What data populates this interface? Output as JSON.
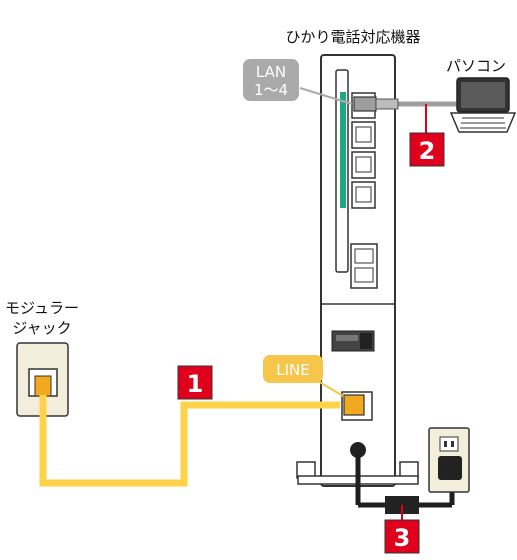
{
  "labels": {
    "device": "ひかり電話対応機器",
    "pc": "パソコン",
    "lan_line1": "LAN",
    "lan_line2": "1～4",
    "modular_line1": "モジュラー",
    "modular_line2": "ジャック",
    "line": "LINE"
  },
  "steps": [
    "1",
    "2",
    "3"
  ],
  "colors": {
    "line_cable": "#FFD24A",
    "lan_cable": "#9E9E9E",
    "power_cable": "#1E1E1E",
    "step_badge": "#E0001B",
    "status_bar": "#1DAA80",
    "label_gray": "#AAAAAA",
    "label_yellow": "#F6C64B"
  }
}
